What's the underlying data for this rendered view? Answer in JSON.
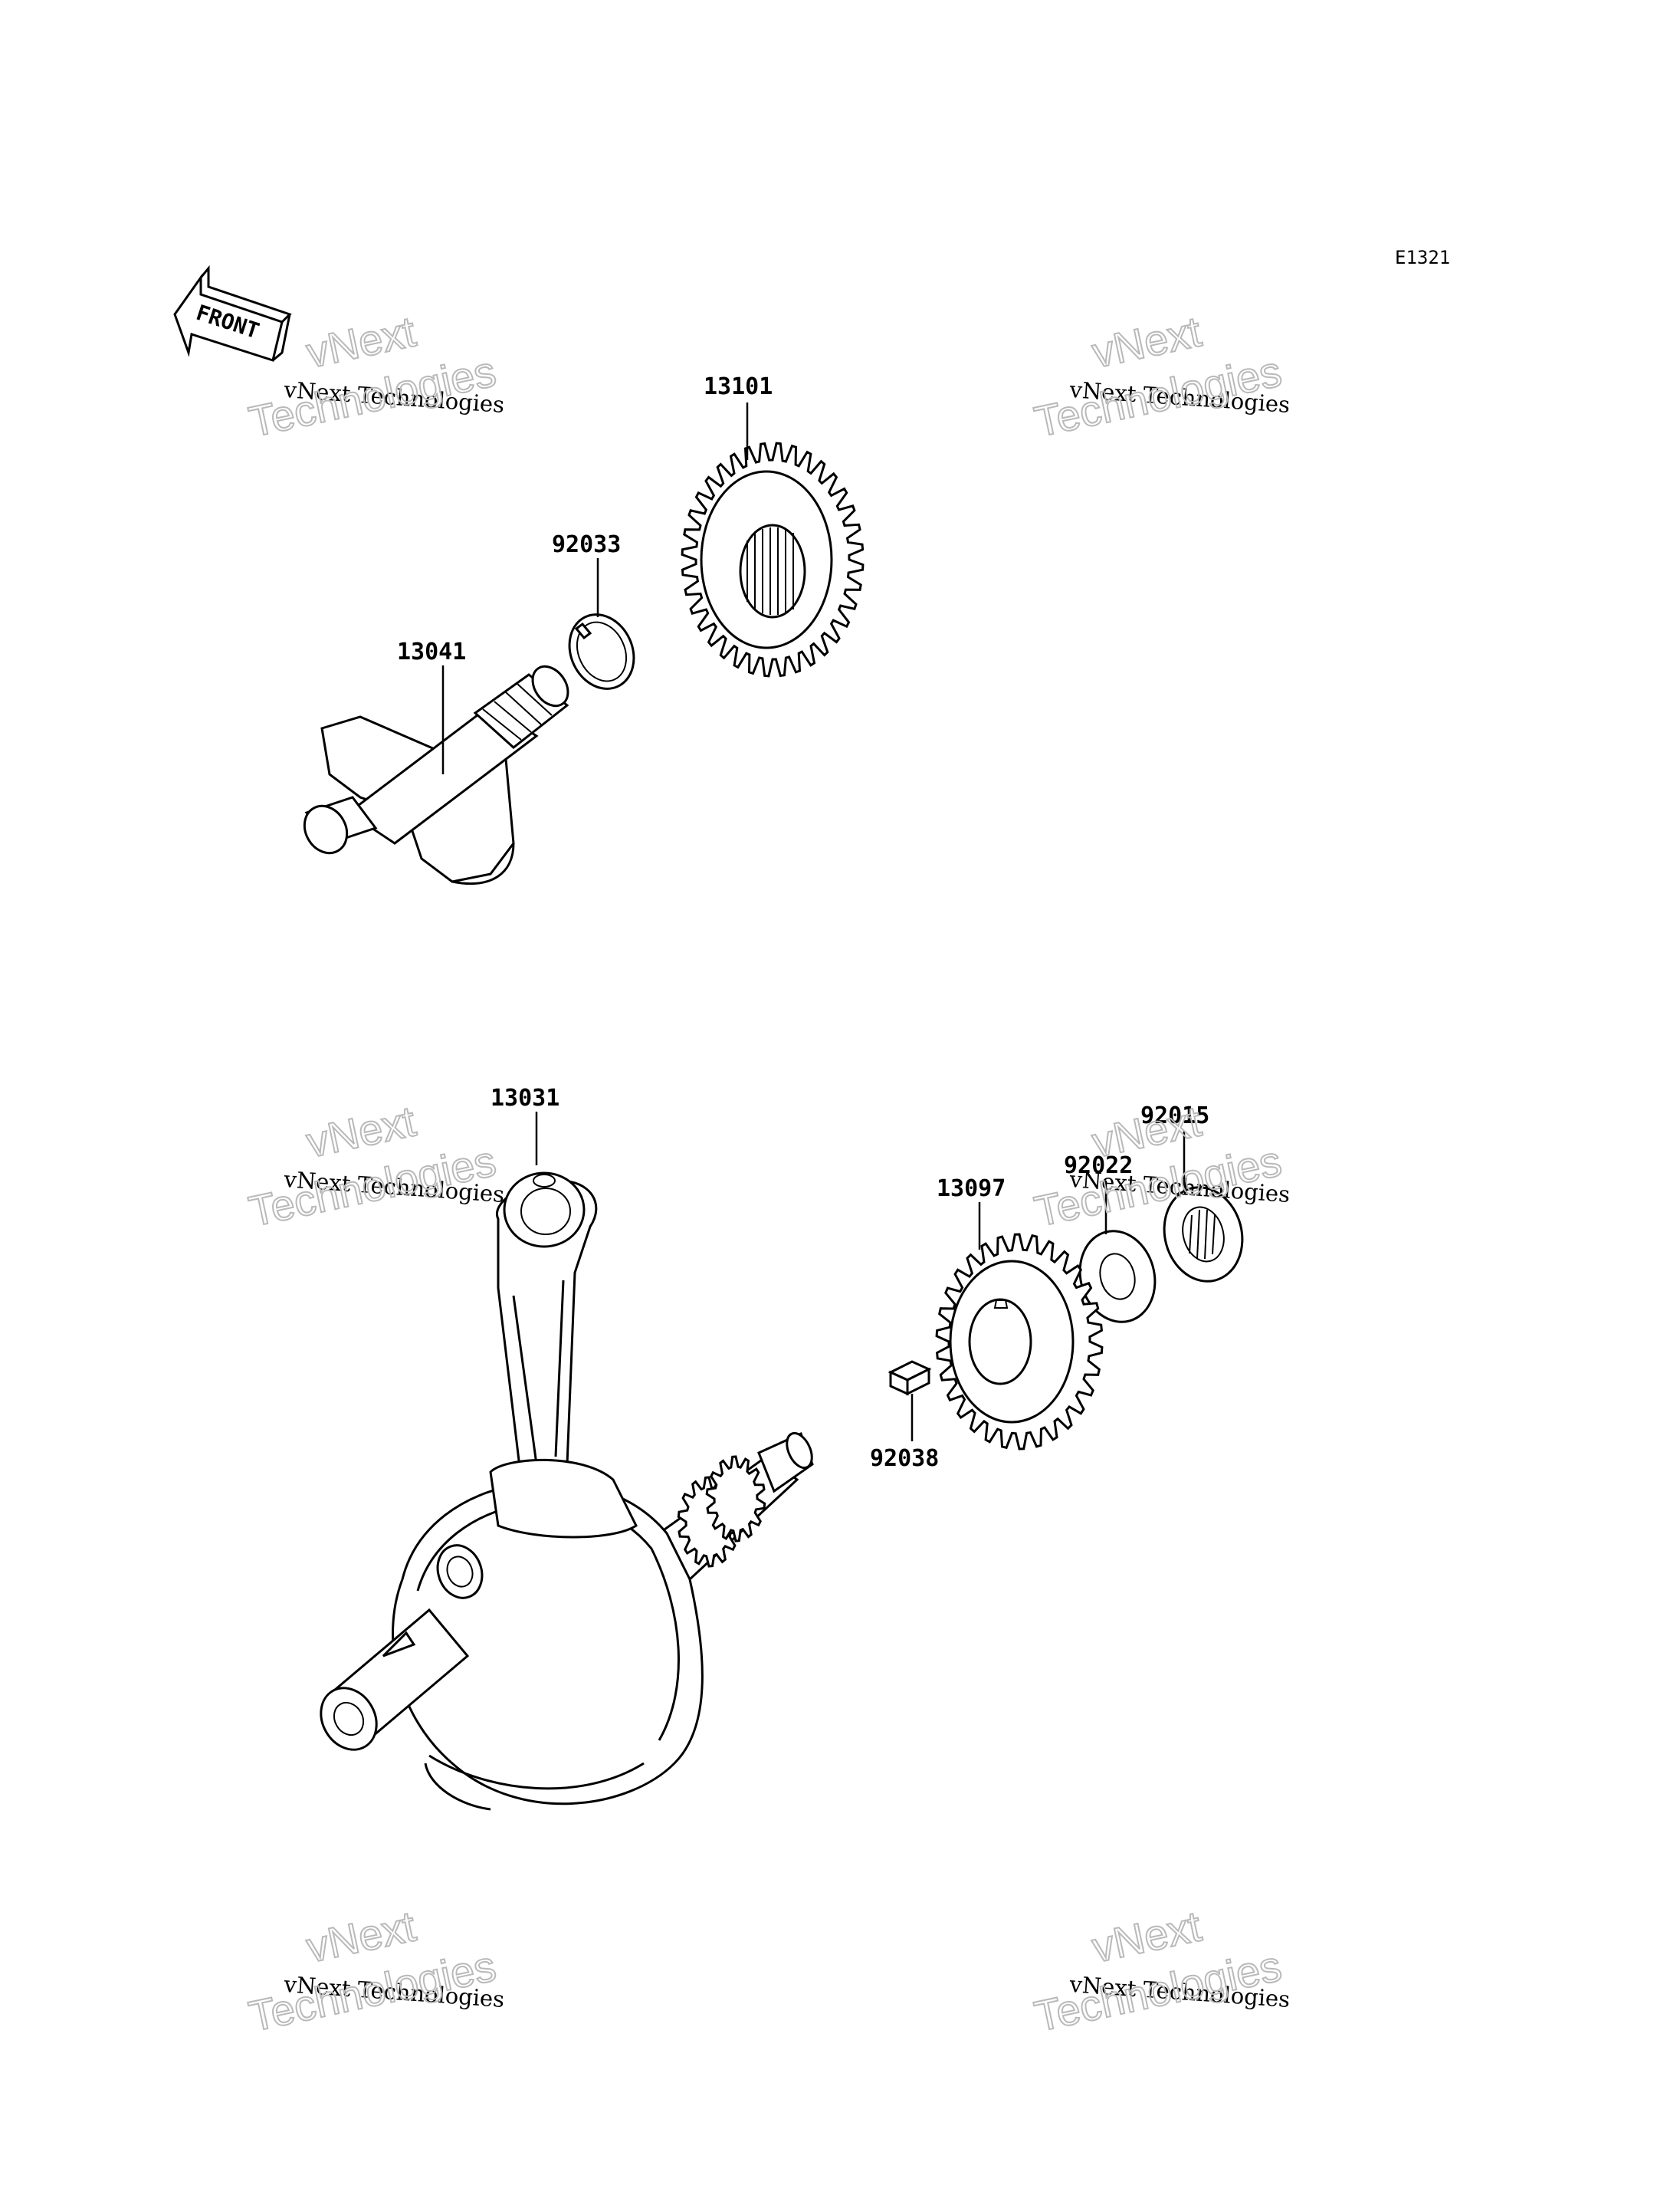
{
  "diagram": {
    "reference_code": "E1321",
    "front_label": "FRONT",
    "watermark": {
      "line1": "vNext",
      "line2": "vNext Technologies",
      "line3": "Technologies"
    },
    "parts": [
      {
        "number": "13101"
      },
      {
        "number": "92033"
      },
      {
        "number": "13041"
      },
      {
        "number": "13031"
      },
      {
        "number": "92015"
      },
      {
        "number": "92022"
      },
      {
        "number": "13097"
      },
      {
        "number": "92038"
      }
    ]
  }
}
